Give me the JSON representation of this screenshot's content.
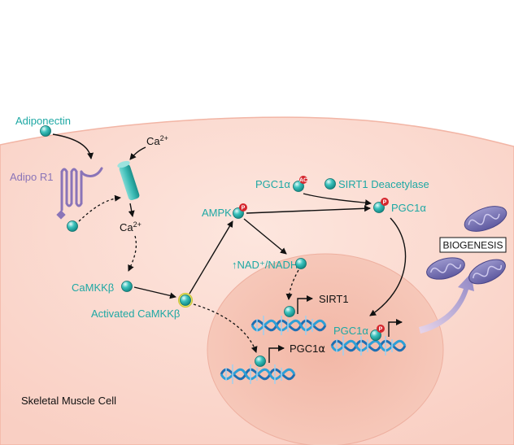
{
  "labels": {
    "adiponectin": "Adiponectin",
    "adipo_r1": "Adipo R1",
    "ca_outside": "Ca2+",
    "ca_inside": "Ca2+",
    "camkkb": "CaMKKβ",
    "activated_camkkb": "Activated CaMKKβ",
    "ampk": "AMPK",
    "pgc1a_ac": "PGC1α",
    "sirt1_deacetylase": "SIRT1 Deacetylase",
    "pgc1a_p": "PGC1α",
    "nad_nadh": "↑NAD⁺/NADH",
    "sirt1_gene": "SIRT1",
    "pgc1a_gene": "PGC1α",
    "pgc1a_nucleus": "PGC1α",
    "biogenesis": "BIOGENESIS",
    "cell": "Skeletal Muscle Cell"
  },
  "badges": {
    "phospho": "P",
    "acetyl": "AC"
  },
  "colors": {
    "cell_fill": "#fbd9cf",
    "nucleus_fill": "#f5c1b2",
    "teal": "#1ea8a4",
    "ball": "#2bb3ae",
    "badge_red": "#d5262d",
    "receptor_purple": "#8a74b8",
    "dna_blue": "#1f6fb2",
    "mito_purple": "#7d78b5"
  }
}
